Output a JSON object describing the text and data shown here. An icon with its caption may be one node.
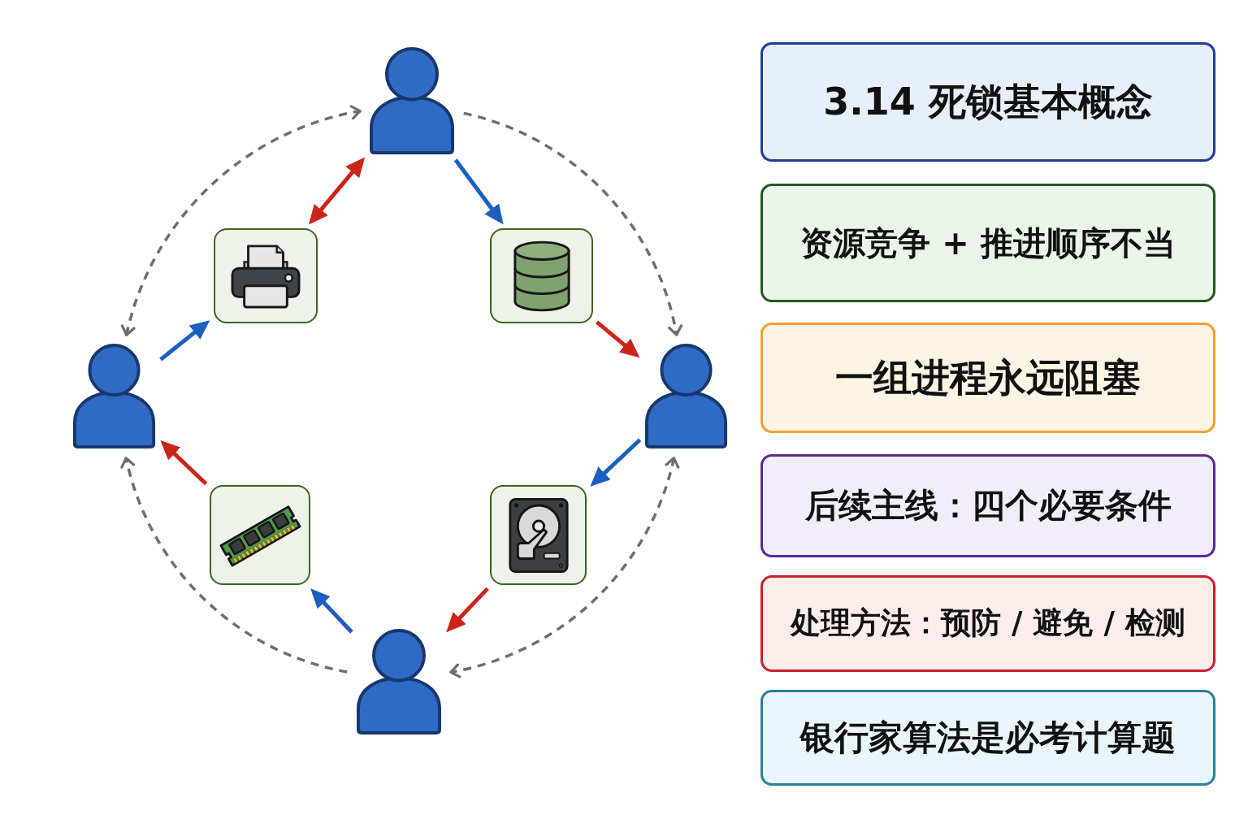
{
  "diagram": {
    "nodes": [
      {
        "text": [],
        "shape": "person"
      },
      {
        "text": [],
        "shape": "picture"
      },
      {
        "text": [],
        "shape": "picture"
      },
      {
        "text": [],
        "shape": "person"
      },
      {
        "text": [],
        "shape": "person"
      },
      {
        "text": [],
        "shape": "picture"
      },
      {
        "text": [],
        "shape": "picture"
      },
      {
        "text": [],
        "shape": "person"
      },
      {
        "text": [
          "3.14 死锁基本概念"
        ]
      },
      {
        "text": [
          "资源竞争 + 推进顺序不当"
        ]
      },
      {
        "text": [
          "一组进程永远阻塞"
        ]
      },
      {
        "text": [
          "后续主线：四个必要条件"
        ]
      },
      {
        "text": [
          "处理方法：预防 / 避免 / 检测"
        ]
      },
      {
        "text": [
          "银行家算法是必考计算题"
        ]
      }
    ],
    "edges": [
      {
        "from": 0,
        "to": 1,
        "arrow": "both",
        "color": "#cc2418"
      },
      {
        "from": 0,
        "to": 2,
        "arrow": "to",
        "color": "#1b5fc2"
      },
      {
        "from": 2,
        "to": 4,
        "arrow": "to",
        "color": "#cc2418"
      },
      {
        "from": 4,
        "to": 6,
        "arrow": "to",
        "color": "#1b5fc2"
      },
      {
        "from": 6,
        "to": 7,
        "arrow": "to",
        "color": "#cc2418"
      },
      {
        "from": 7,
        "to": 5,
        "arrow": "to",
        "color": "#1b5fc2"
      },
      {
        "from": 5,
        "to": 3,
        "arrow": "to",
        "color": "#cc2418"
      },
      {
        "from": 3,
        "to": 1,
        "arrow": "to",
        "color": "#1b5fc2"
      },
      {
        "from": 3,
        "to": 0,
        "arrow": "both",
        "style": "dashed",
        "color": "#6e6e6e"
      },
      {
        "from": 0,
        "to": 4,
        "arrow": "to",
        "style": "dashed",
        "color": "#6e6e6e"
      },
      {
        "from": 4,
        "to": 7,
        "arrow": "both",
        "style": "dashed",
        "color": "#6e6e6e"
      },
      {
        "from": 7,
        "to": 3,
        "arrow": "to",
        "style": "dashed",
        "color": "#6e6e6e"
      }
    ]
  }
}
